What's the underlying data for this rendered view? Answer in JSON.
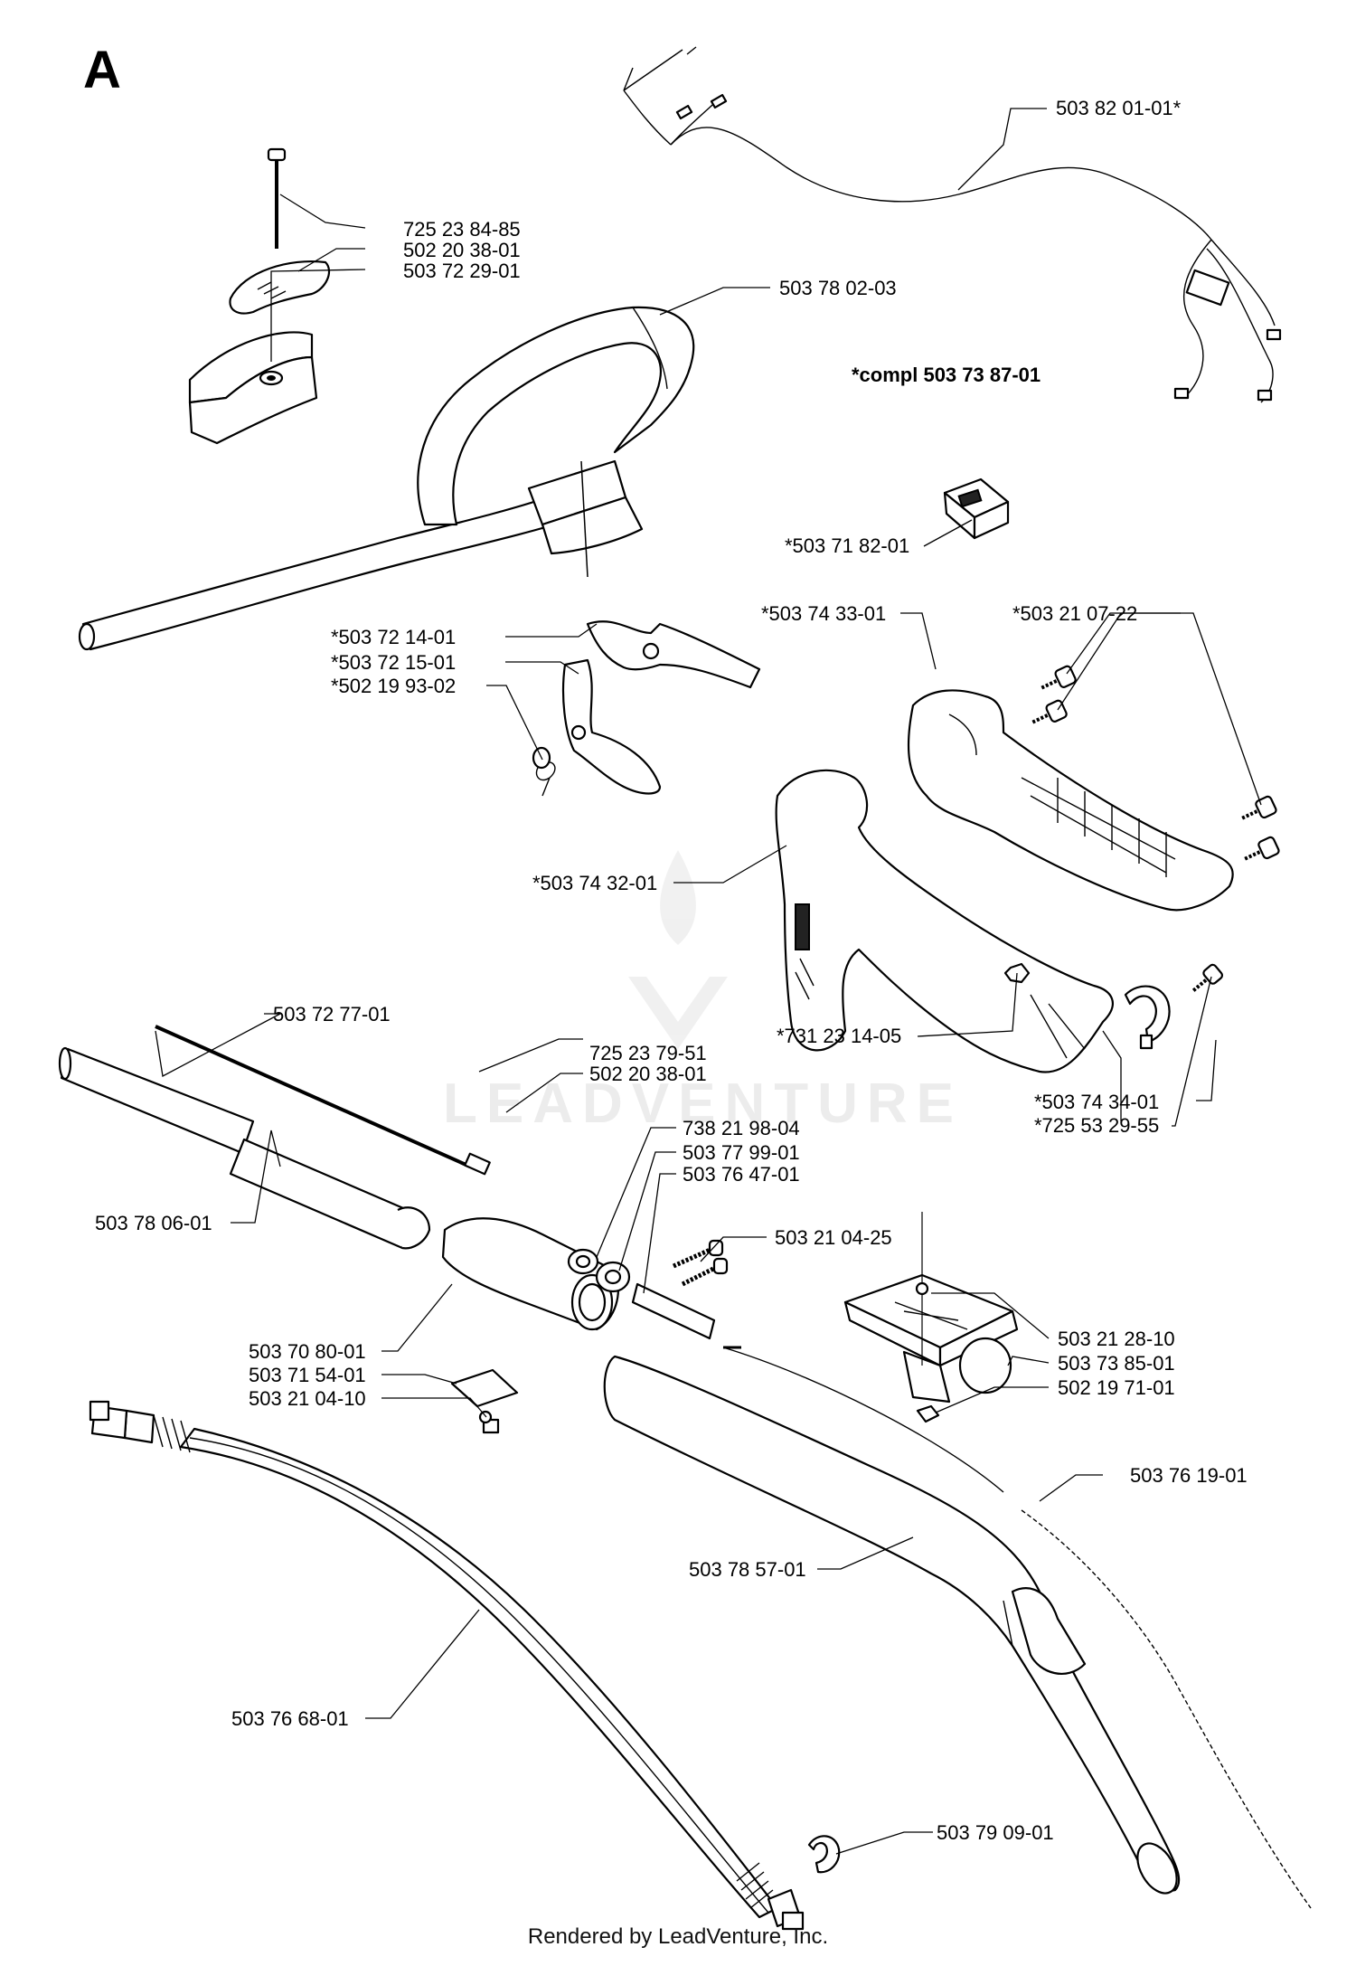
{
  "section_letter": "A",
  "assembly_note": "*compl 503 73 87-01",
  "watermark": "LEADVENTURE",
  "footer": "Rendered by LeadVenture, Inc.",
  "callouts": [
    {
      "id": "c01",
      "text": "503 82 01-01*"
    },
    {
      "id": "c02",
      "text": "725 23 84-85"
    },
    {
      "id": "c03",
      "text": "502 20 38-01"
    },
    {
      "id": "c04",
      "text": "503 72 29-01"
    },
    {
      "id": "c05",
      "text": "503 78 02-03"
    },
    {
      "id": "c06",
      "text": "*503 71 82-01"
    },
    {
      "id": "c07",
      "text": "*503 74 33-01"
    },
    {
      "id": "c08",
      "text": "*503 21 07-22"
    },
    {
      "id": "c09",
      "text": "*503 72 14-01"
    },
    {
      "id": "c10",
      "text": "*503 72 15-01"
    },
    {
      "id": "c11",
      "text": "*502 19 93-02"
    },
    {
      "id": "c12",
      "text": "*503 74 32-01"
    },
    {
      "id": "c13",
      "text": "*731 23 14-05"
    },
    {
      "id": "c14",
      "text": "503 72 77-01"
    },
    {
      "id": "c15",
      "text": "725 23 79-51"
    },
    {
      "id": "c16",
      "text": "502 20 38-01"
    },
    {
      "id": "c17",
      "text": "*503 74 34-01"
    },
    {
      "id": "c18",
      "text": "*725 53 29-55"
    },
    {
      "id": "c19",
      "text": "738 21 98-04"
    },
    {
      "id": "c20",
      "text": "503 77 99-01"
    },
    {
      "id": "c21",
      "text": "503 76 47-01"
    },
    {
      "id": "c22",
      "text": "503 78 06-01"
    },
    {
      "id": "c23",
      "text": "503 21 04-25"
    },
    {
      "id": "c24",
      "text": "503 21 28-10"
    },
    {
      "id": "c25",
      "text": "503 73 85-01"
    },
    {
      "id": "c26",
      "text": "502 19 71-01"
    },
    {
      "id": "c27",
      "text": "503 70 80-01"
    },
    {
      "id": "c28",
      "text": "503 71 54-01"
    },
    {
      "id": "c29",
      "text": "503 21 04-10"
    },
    {
      "id": "c30",
      "text": "503 76 19-01"
    },
    {
      "id": "c31",
      "text": "503 78 57-01"
    },
    {
      "id": "c32",
      "text": "503 76 68-01"
    },
    {
      "id": "c33",
      "text": "503 79 09-01"
    }
  ]
}
